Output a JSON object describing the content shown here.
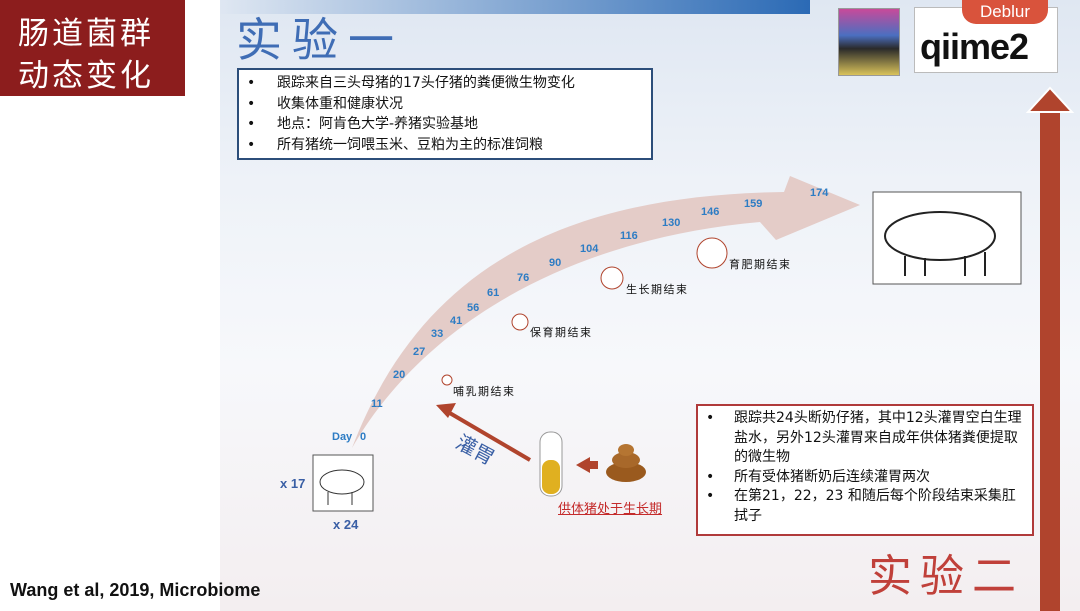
{
  "title": {
    "line1": "肠道菌群",
    "line2": "动态变化"
  },
  "experiment1": {
    "heading": "实验一",
    "bullets": [
      "跟踪来自三头母猪的17头仔猪的粪便微生物变化",
      "收集体重和健康状况",
      "地点：阿肯色大学-养猪实验基地",
      "所有猪统一饲喂玉米、豆粕为主的标准饲粮"
    ]
  },
  "days": {
    "prefix": "Day",
    "values": [
      "0",
      "11",
      "20",
      "27",
      "33",
      "41",
      "56",
      "61",
      "76",
      "90",
      "104",
      "116",
      "130",
      "146",
      "159",
      "174"
    ]
  },
  "stages": [
    "哺乳期结束",
    "保育期结束",
    "生长期结束",
    "育肥期结束"
  ],
  "counts": {
    "x17": "x 17",
    "x24": "x 24"
  },
  "gavage": "灌胃",
  "donor_label": "供体猪处于生长期",
  "experiment2": {
    "heading": "实验二",
    "bullets": [
      "跟踪共24头断奶仔猪，其中12头灌胃空白生理盐水，另外12头灌胃来自成年供体猪粪便提取的微生物",
      "所有受体猪断奶后连续灌胃两次",
      "在第21，22，23 和随后每个阶段结束采集肛拭子"
    ]
  },
  "logo": {
    "deblur": "Deblur",
    "qiime": "qiime2"
  },
  "reference": "Wang et al, 2019, Microbiome",
  "colors": {
    "title_bg": "#8c1d1d",
    "exp1": "#3f6db5",
    "exp2": "#c0403a",
    "day_labels": "#2d7cc4",
    "arrow": "#b0442d"
  }
}
